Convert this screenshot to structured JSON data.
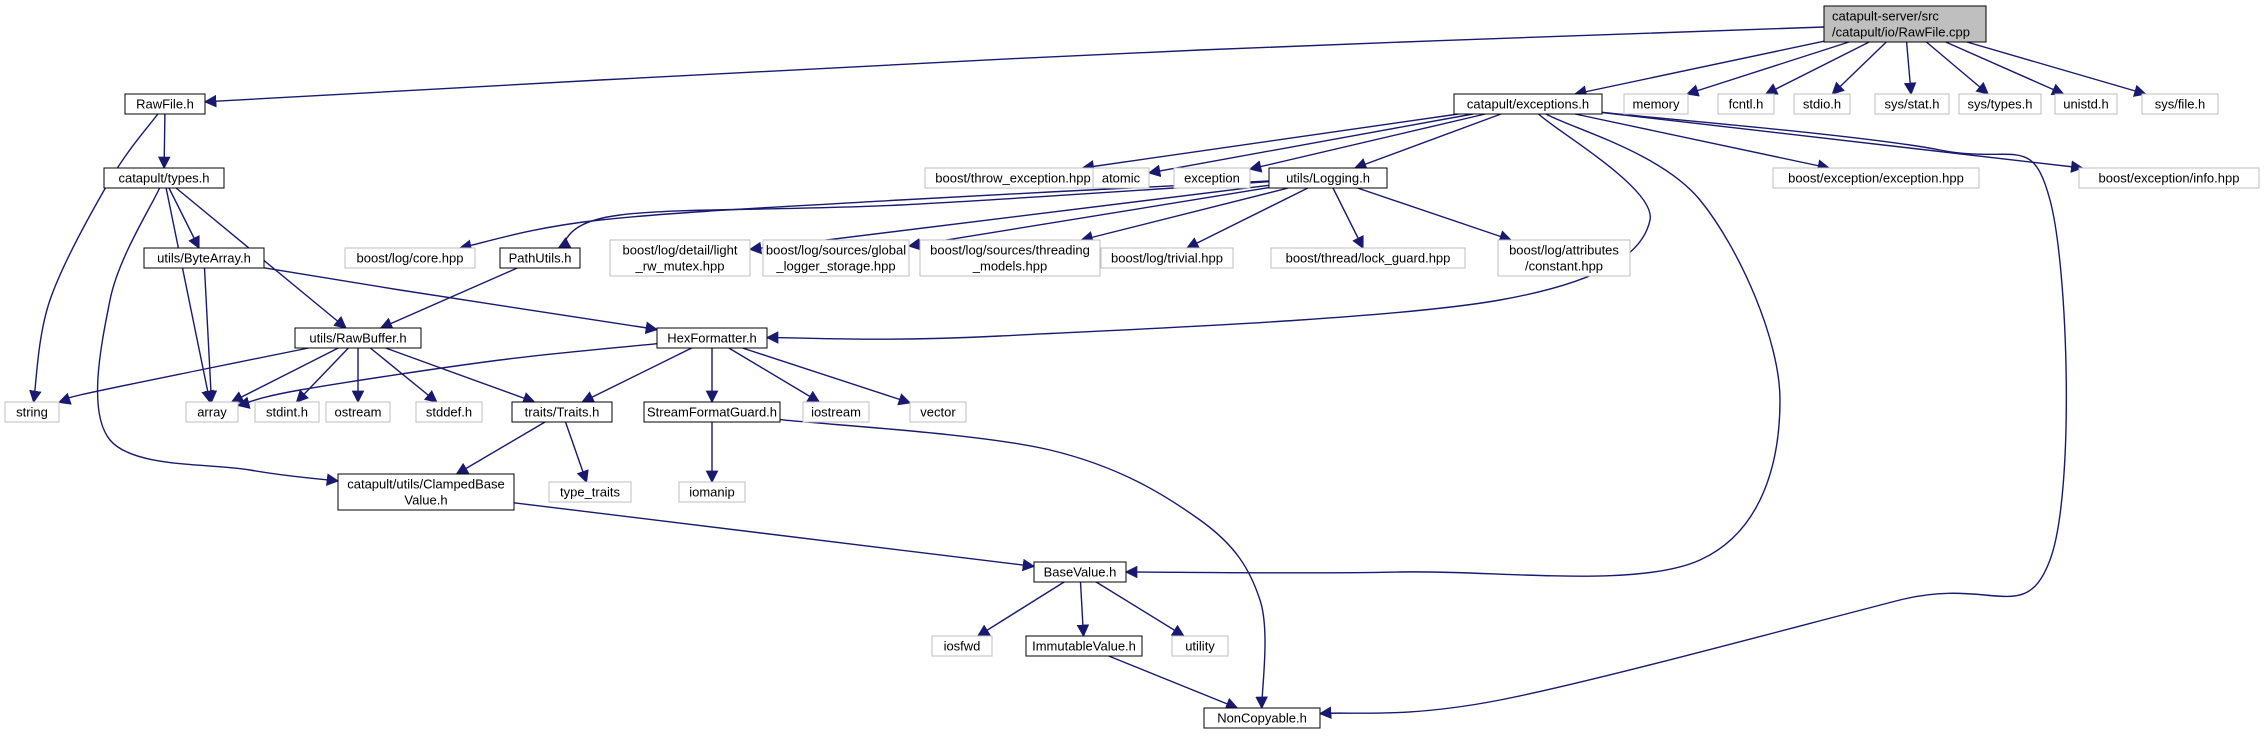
{
  "colors": {
    "edge": "#191970",
    "root_fill": "#bfbfbf",
    "root_border": "#000000",
    "project_border": "#000000",
    "external_border": "#bfbfbf",
    "node_fill": "#ffffff",
    "text": "#000000"
  },
  "nodes": [
    {
      "id": "root",
      "label": [
        "catapult-server/src",
        "/catapult/io/RawFile.cpp"
      ],
      "kind": "root"
    },
    {
      "id": "rawfile_h",
      "label": [
        "RawFile.h"
      ],
      "kind": "project"
    },
    {
      "id": "exceptions_h",
      "label": [
        "catapult/exceptions.h"
      ],
      "kind": "project"
    },
    {
      "id": "memory",
      "label": [
        "memory"
      ],
      "kind": "external"
    },
    {
      "id": "fcntl_h",
      "label": [
        "fcntl.h"
      ],
      "kind": "external"
    },
    {
      "id": "stdio_h",
      "label": [
        "stdio.h"
      ],
      "kind": "external"
    },
    {
      "id": "sys_stat_h",
      "label": [
        "sys/stat.h"
      ],
      "kind": "external"
    },
    {
      "id": "sys_types_h",
      "label": [
        "sys/types.h"
      ],
      "kind": "external"
    },
    {
      "id": "unistd_h",
      "label": [
        "unistd.h"
      ],
      "kind": "external"
    },
    {
      "id": "sys_file_h",
      "label": [
        "sys/file.h"
      ],
      "kind": "external"
    },
    {
      "id": "types_h",
      "label": [
        "catapult/types.h"
      ],
      "kind": "project"
    },
    {
      "id": "boost_throw",
      "label": [
        "boost/throw_exception.hpp"
      ],
      "kind": "external"
    },
    {
      "id": "atomic",
      "label": [
        "atomic"
      ],
      "kind": "external"
    },
    {
      "id": "exception",
      "label": [
        "exception"
      ],
      "kind": "external"
    },
    {
      "id": "logging_h",
      "label": [
        "utils/Logging.h"
      ],
      "kind": "project"
    },
    {
      "id": "boost_exc_exc",
      "label": [
        "boost/exception/exception.hpp"
      ],
      "kind": "external"
    },
    {
      "id": "boost_exc_info",
      "label": [
        "boost/exception/info.hpp"
      ],
      "kind": "external"
    },
    {
      "id": "bytearray_h",
      "label": [
        "utils/ByteArray.h"
      ],
      "kind": "project"
    },
    {
      "id": "boost_log_core",
      "label": [
        "boost/log/core.hpp"
      ],
      "kind": "external"
    },
    {
      "id": "pathutils_h",
      "label": [
        "PathUtils.h"
      ],
      "kind": "project"
    },
    {
      "id": "boost_log_light",
      "label": [
        "boost/log/detail/light",
        "_rw_mutex.hpp"
      ],
      "kind": "external"
    },
    {
      "id": "boost_log_global",
      "label": [
        "boost/log/sources/global",
        "_logger_storage.hpp"
      ],
      "kind": "external"
    },
    {
      "id": "boost_log_threading",
      "label": [
        "boost/log/sources/threading",
        "_models.hpp"
      ],
      "kind": "external"
    },
    {
      "id": "boost_log_trivial",
      "label": [
        "boost/log/trivial.hpp"
      ],
      "kind": "external"
    },
    {
      "id": "boost_thread_lock",
      "label": [
        "boost/thread/lock_guard.hpp"
      ],
      "kind": "external"
    },
    {
      "id": "boost_log_attr",
      "label": [
        "boost/log/attributes",
        "/constant.hpp"
      ],
      "kind": "external"
    },
    {
      "id": "rawbuffer_h",
      "label": [
        "utils/RawBuffer.h"
      ],
      "kind": "project"
    },
    {
      "id": "hexformatter_h",
      "label": [
        "HexFormatter.h"
      ],
      "kind": "project"
    },
    {
      "id": "string",
      "label": [
        "string"
      ],
      "kind": "external"
    },
    {
      "id": "array",
      "label": [
        "array"
      ],
      "kind": "external"
    },
    {
      "id": "stdint_h",
      "label": [
        "stdint.h"
      ],
      "kind": "external"
    },
    {
      "id": "ostream",
      "label": [
        "ostream"
      ],
      "kind": "external"
    },
    {
      "id": "stddef_h",
      "label": [
        "stddef.h"
      ],
      "kind": "external"
    },
    {
      "id": "traits_h",
      "label": [
        "traits/Traits.h"
      ],
      "kind": "project"
    },
    {
      "id": "streamformatguard_h",
      "label": [
        "StreamFormatGuard.h"
      ],
      "kind": "project"
    },
    {
      "id": "iostream",
      "label": [
        "iostream"
      ],
      "kind": "external"
    },
    {
      "id": "vector",
      "label": [
        "vector"
      ],
      "kind": "external"
    },
    {
      "id": "clampedbase_h",
      "label": [
        "catapult/utils/ClampedBase",
        "Value.h"
      ],
      "kind": "project"
    },
    {
      "id": "type_traits",
      "label": [
        "type_traits"
      ],
      "kind": "external"
    },
    {
      "id": "iomanip",
      "label": [
        "iomanip"
      ],
      "kind": "external"
    },
    {
      "id": "basevalue_h",
      "label": [
        "BaseValue.h"
      ],
      "kind": "project"
    },
    {
      "id": "iosfwd",
      "label": [
        "iosfwd"
      ],
      "kind": "external"
    },
    {
      "id": "immutablevalue_h",
      "label": [
        "ImmutableValue.h"
      ],
      "kind": "project"
    },
    {
      "id": "utility",
      "label": [
        "utility"
      ],
      "kind": "external"
    },
    {
      "id": "noncopyable_h",
      "label": [
        "NonCopyable.h"
      ],
      "kind": "project"
    }
  ],
  "edges": [
    [
      "root",
      "rawfile_h"
    ],
    [
      "root",
      "exceptions_h"
    ],
    [
      "root",
      "memory"
    ],
    [
      "root",
      "fcntl_h"
    ],
    [
      "root",
      "stdio_h"
    ],
    [
      "root",
      "sys_stat_h"
    ],
    [
      "root",
      "sys_types_h"
    ],
    [
      "root",
      "unistd_h"
    ],
    [
      "root",
      "sys_file_h"
    ],
    [
      "rawfile_h",
      "types_h"
    ],
    [
      "rawfile_h",
      "string"
    ],
    [
      "types_h",
      "bytearray_h"
    ],
    [
      "types_h",
      "rawbuffer_h"
    ],
    [
      "types_h",
      "array"
    ],
    [
      "types_h",
      "clampedbase_h"
    ],
    [
      "bytearray_h",
      "array"
    ],
    [
      "bytearray_h",
      "hexformatter_h"
    ],
    [
      "exceptions_h",
      "boost_throw"
    ],
    [
      "exceptions_h",
      "atomic"
    ],
    [
      "exceptions_h",
      "exception"
    ],
    [
      "exceptions_h",
      "logging_h"
    ],
    [
      "exceptions_h",
      "boost_exc_exc"
    ],
    [
      "exceptions_h",
      "boost_exc_info"
    ],
    [
      "exceptions_h",
      "hexformatter_h"
    ],
    [
      "exceptions_h",
      "basevalue_h"
    ],
    [
      "exceptions_h",
      "noncopyable_h"
    ],
    [
      "logging_h",
      "boost_log_core"
    ],
    [
      "logging_h",
      "pathutils_h"
    ],
    [
      "logging_h",
      "boost_log_light"
    ],
    [
      "logging_h",
      "boost_log_global"
    ],
    [
      "logging_h",
      "boost_log_threading"
    ],
    [
      "logging_h",
      "boost_log_trivial"
    ],
    [
      "logging_h",
      "boost_thread_lock"
    ],
    [
      "logging_h",
      "boost_log_attr"
    ],
    [
      "pathutils_h",
      "rawbuffer_h"
    ],
    [
      "rawbuffer_h",
      "string"
    ],
    [
      "rawbuffer_h",
      "array"
    ],
    [
      "rawbuffer_h",
      "stdint_h"
    ],
    [
      "rawbuffer_h",
      "ostream"
    ],
    [
      "rawbuffer_h",
      "stddef_h"
    ],
    [
      "rawbuffer_h",
      "traits_h"
    ],
    [
      "hexformatter_h",
      "array"
    ],
    [
      "hexformatter_h",
      "traits_h"
    ],
    [
      "hexformatter_h",
      "streamformatguard_h"
    ],
    [
      "hexformatter_h",
      "iostream"
    ],
    [
      "hexformatter_h",
      "vector"
    ],
    [
      "traits_h",
      "clampedbase_h"
    ],
    [
      "traits_h",
      "type_traits"
    ],
    [
      "streamformatguard_h",
      "iomanip"
    ],
    [
      "streamformatguard_h",
      "noncopyable_h"
    ],
    [
      "clampedbase_h",
      "basevalue_h"
    ],
    [
      "basevalue_h",
      "iosfwd"
    ],
    [
      "basevalue_h",
      "immutablevalue_h"
    ],
    [
      "basevalue_h",
      "utility"
    ],
    [
      "immutablevalue_h",
      "noncopyable_h"
    ]
  ]
}
